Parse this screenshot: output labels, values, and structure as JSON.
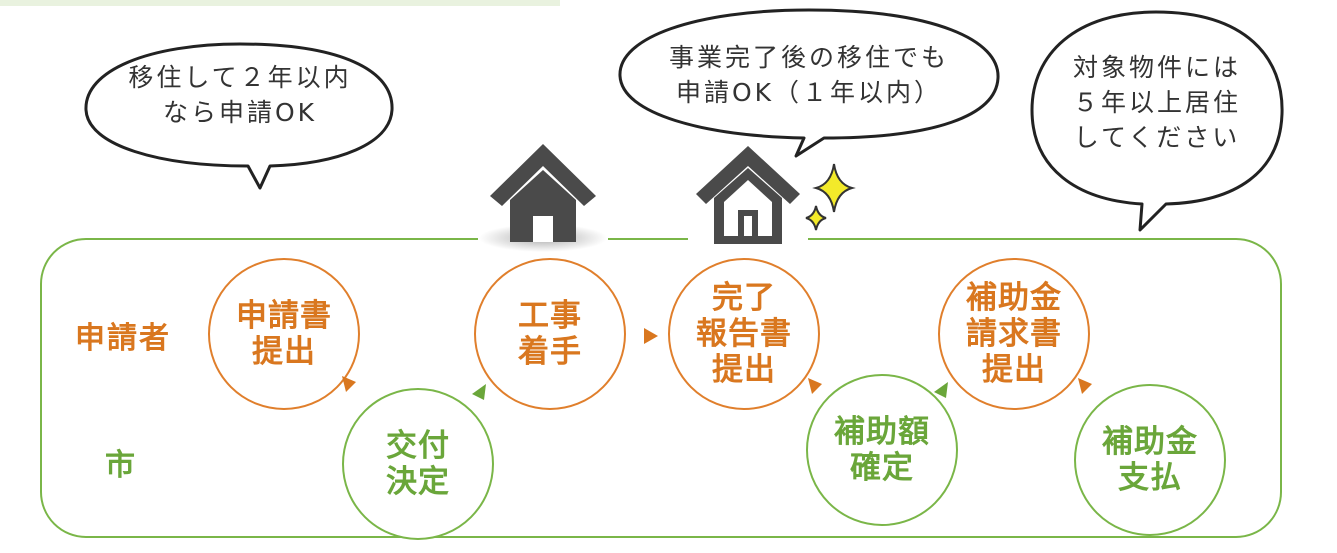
{
  "rows": {
    "applicant": "申請者",
    "city": "市"
  },
  "nodes": {
    "apply": "申請書\n提出",
    "grant": "交付\n決定",
    "construction": "工事\n着手",
    "completion_report": "完了\n報告書\n提出",
    "amount_confirm": "補助額\n確定",
    "invoice": "補助金\n請求書\n提出",
    "payment": "補助金\n支払"
  },
  "bubbles": {
    "left": "移住して２年以内\nなら申請OK",
    "middle": "事業完了後の移住でも\n申請OK（１年以内）",
    "right": "対象物件には\n５年以上居住\nしてください"
  },
  "colors": {
    "applicant": "#d9771f",
    "city": "#6aa63a",
    "house": "#4a4a4a",
    "sparkle": "#f3ea2a"
  },
  "icons": [
    "house-icon",
    "house-outline-icon",
    "sparkle-icon"
  ]
}
